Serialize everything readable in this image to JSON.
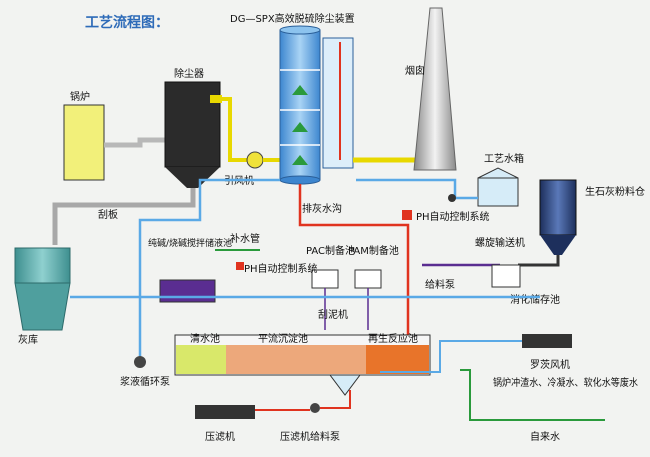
{
  "title": "工艺流程图：",
  "tower_title": "DG—SPX高效脱硫除尘装置",
  "labels": {
    "boiler": "锅炉",
    "dust_collector": "除尘器",
    "fan": "引风机",
    "chimney": "烟囱",
    "scraper": "刮板",
    "ash_bin": "灰库",
    "drain_ditch": "排灰水沟",
    "process_tank": "工艺水箱",
    "lime_silo": "生石灰粉料仓",
    "ph_auto_top": "PH自动控制系统",
    "screw_conveyor": "螺旋输送机",
    "makeup_pipe": "补水管",
    "alkali_tank": "纯碱/烧碱搅拌储液池",
    "ph_auto_left": "PH自动控制系统",
    "pac": "PAC制备池",
    "pam": "PAM制备池",
    "feed_pump": "给料泵",
    "slaking_tank": "消化储存池",
    "clear_pool": "清水池",
    "settling_pool": "平流沉淀池",
    "mud_scraper": "刮泥机",
    "regen_pool": "再生反应池",
    "roots_blower": "罗茨风机",
    "slurry_pump": "浆液循环泵",
    "wastewater": "锅炉冲渣水、冷凝水、软化水等废水",
    "filter_press": "压滤机",
    "press_feed_pump": "压滤机给料泵",
    "tap_water": "自来水"
  },
  "colors": {
    "title": "#2e6bb8",
    "flue_gas": "#b8b8b8",
    "ash_pipe": "#e8d800",
    "water_pipe": "#5aa9e6",
    "return_pipe": "#e0331f",
    "alkali_pipe": "#5a2d91",
    "green_pipe": "#2a9a3c",
    "tower_body": "#6fb0e8",
    "settle_water": "#d9e86a",
    "sludge": "#e8742a"
  }
}
